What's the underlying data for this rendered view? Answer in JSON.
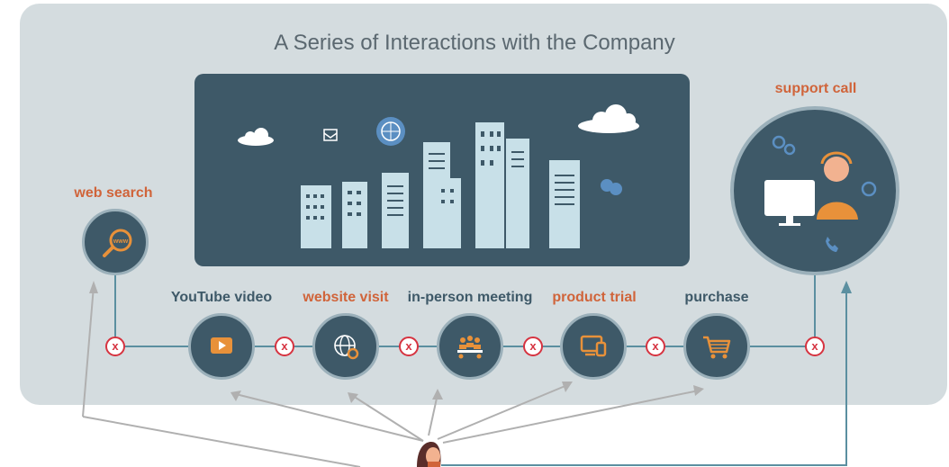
{
  "title": "A Series of Interactions with the Company",
  "touchpoints": {
    "web_search": "web search",
    "youtube": "YouTube video",
    "website": "website visit",
    "meeting": "in-person meeting",
    "trial": "product trial",
    "purchase": "purchase",
    "support": "support call"
  },
  "break_marker": "x",
  "colors": {
    "panel": "#d4dcdf",
    "node": "#3e5968",
    "accent_orange": "#d0643a",
    "break_red": "#d63340",
    "connector": "#5b8fa0",
    "arrow_gray": "#b0b0b0"
  },
  "icons": [
    "magnifier-www-icon",
    "play-icon",
    "globe-gear-icon",
    "meeting-people-icon",
    "devices-icon",
    "cart-icon",
    "support-agent-icon",
    "city-skyline-icon",
    "customer-person-icon"
  ]
}
